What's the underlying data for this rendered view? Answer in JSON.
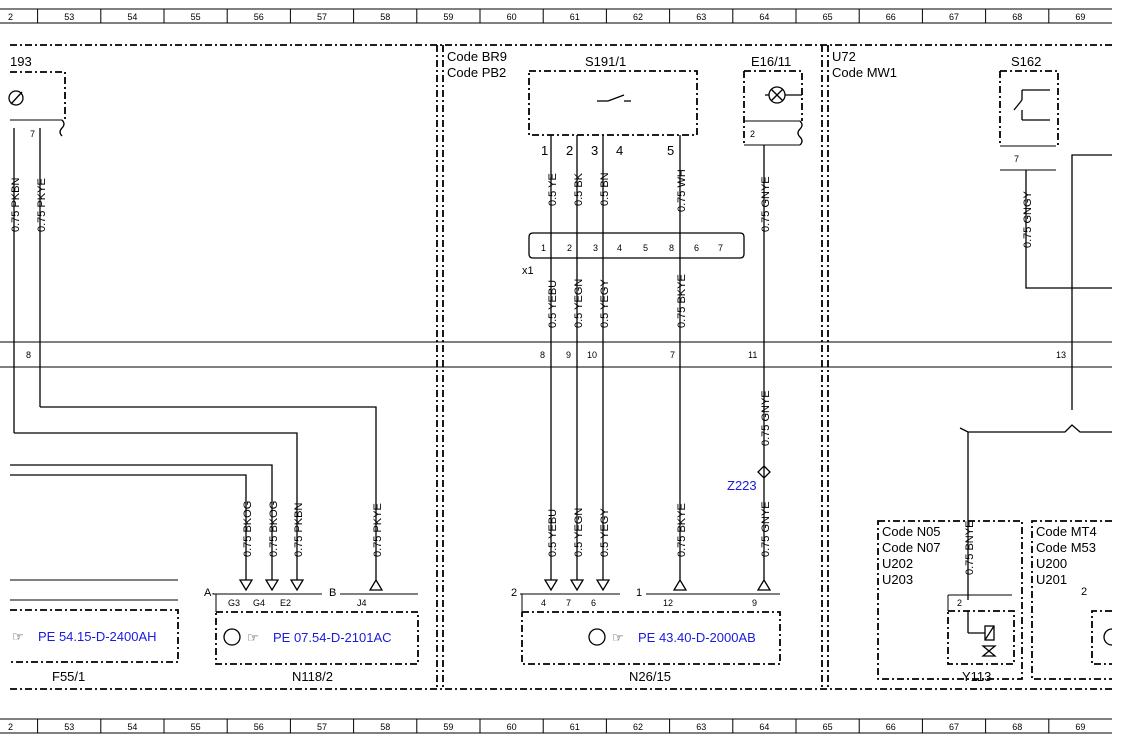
{
  "grid_numbers": [
    "2",
    "53",
    "54",
    "55",
    "56",
    "57",
    "58",
    "59",
    "60",
    "61",
    "62",
    "63",
    "64",
    "65",
    "66",
    "67",
    "68",
    "69"
  ],
  "components": {
    "partial_left": "193",
    "s191": "S191/1",
    "e16": "E16/11",
    "s162": "S162",
    "f55": "F55/1",
    "n118": "N118/2",
    "n26": "N26/15",
    "y113": "Y113",
    "x1": "x1",
    "z223": "Z223"
  },
  "codes": {
    "br9": "Code BR9",
    "pb2": "Code PB2",
    "u72": "U72",
    "mw1": "Code MW1",
    "n05": "Code N05",
    "n07": "Code N07",
    "u202": "U202",
    "u203": "U203",
    "mt4": "Code MT4",
    "m53": "Code M53",
    "u200": "U200",
    "u201": "U201"
  },
  "references": {
    "f55": "PE 54.15-D-2400AH",
    "n118": "PE 07.54-D-2101AC",
    "n26": "PE 43.40-D-2000AB"
  },
  "wires": {
    "pkbn": "0.75 PKBN",
    "pkye": "0.75 PKYE",
    "ye": "0.5 YE",
    "bk": "0.5 BK",
    "bn": "0.5 BN",
    "wh": "0.75 WH",
    "gnye": "0.75 GNYE",
    "gngy": "0.75 GNGY",
    "yebu": "0.5 YEBU",
    "yegn": "0.5 YEGN",
    "yegy": "0.5 YEGY",
    "bkye": "0.75 BKYE",
    "bkog": "0.75 BKOG",
    "bnye": "0.75 BNYE"
  },
  "pins": {
    "p1": "1",
    "p2": "2",
    "p3": "3",
    "p4": "4",
    "p5": "5",
    "p6": "6",
    "p7": "7",
    "p8": "8",
    "p9": "9",
    "p10": "10",
    "p11": "11",
    "p12": "12",
    "p13": "13",
    "A": "A",
    "B": "B",
    "G3": "G3",
    "G4": "G4",
    "E2": "E2",
    "J4": "J4"
  }
}
